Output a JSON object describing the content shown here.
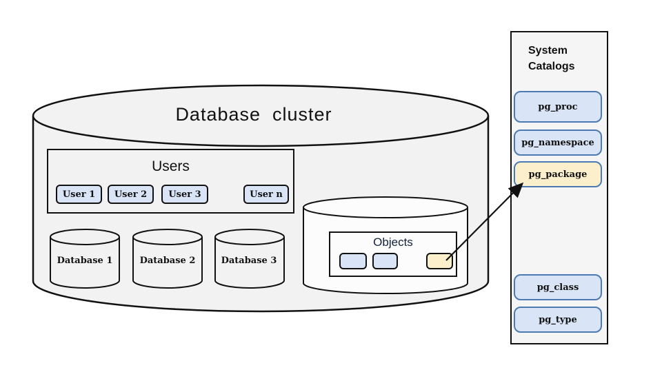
{
  "cluster": {
    "title": "Database  cluster",
    "users": {
      "title": "Users",
      "items": [
        {
          "label": "User 1"
        },
        {
          "label": "User 2"
        },
        {
          "label": "User 3"
        },
        {
          "label": "User n"
        }
      ]
    },
    "databases": [
      {
        "label": "Database 1"
      },
      {
        "label": "Database 2"
      },
      {
        "label": "Database 3"
      }
    ],
    "objects": {
      "title": "Objects",
      "items": [
        {
          "type": "object",
          "highlighted": false
        },
        {
          "type": "object",
          "highlighted": false
        },
        {
          "type": "package-object",
          "highlighted": true
        }
      ]
    }
  },
  "system_catalogs": {
    "title": "System Catalogs",
    "items": [
      {
        "label": "pg_proc",
        "highlighted": false
      },
      {
        "label": "pg_namespace",
        "highlighted": false
      },
      {
        "label": "pg_package",
        "highlighted": true
      },
      {
        "label": "pg_class",
        "highlighted": false
      },
      {
        "label": "pg_type",
        "highlighted": false
      }
    ]
  },
  "colors": {
    "cylinder_fill": "#f2f2f2",
    "objects_cylinder_fill": "#fcfcfc",
    "node_fill_blue": "#d9e4f6",
    "node_fill_yellow": "#fcf0cc",
    "catalog_border": "#4d79b3",
    "outline": "#111111",
    "panel_fill": "#f5f5f5"
  }
}
